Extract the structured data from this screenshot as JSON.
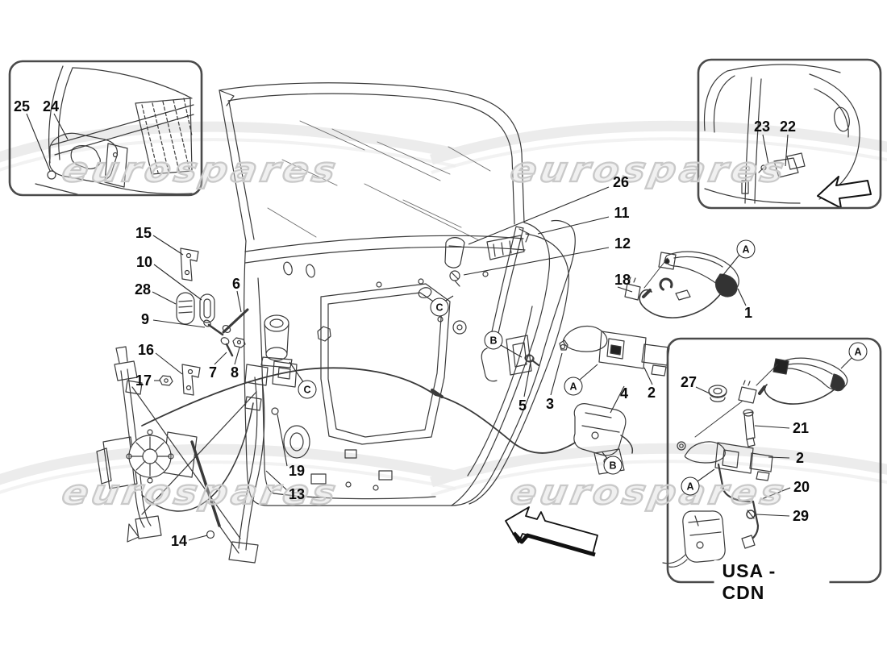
{
  "watermark": {
    "text": "eurospares"
  },
  "insets": {
    "region_label": "USA - CDN"
  },
  "markers": {
    "a": "A",
    "b": "B",
    "c": "C"
  },
  "parts": {
    "p1": "1",
    "p2": "2",
    "p2b": "2",
    "p3": "3",
    "p4": "4",
    "p5": "5",
    "p6": "6",
    "p7": "7",
    "p8": "8",
    "p9": "9",
    "p10": "10",
    "p11": "11",
    "p12": "12",
    "p13": "13",
    "p14": "14",
    "p15": "15",
    "p16": "16",
    "p17": "17",
    "p18": "18",
    "p19": "19",
    "p20": "20",
    "p21": "21",
    "p22": "22",
    "p23": "23",
    "p24": "24",
    "p25": "25",
    "p26": "26",
    "p27": "27",
    "p28": "28",
    "p29": "29"
  },
  "colors": {
    "line_art": "#3a3a3a",
    "label_text": "#0a0a0a",
    "watermark_gray": "#c9c9c9"
  }
}
